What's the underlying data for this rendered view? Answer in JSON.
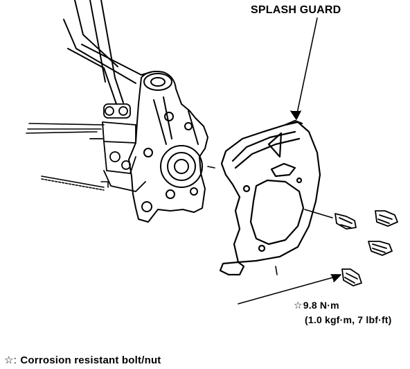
{
  "labels": {
    "splash_guard": "SPLASH GUARD",
    "torque_symbol": "☆",
    "torque_value": "9.8 N·m",
    "torque_alt": "(1.0 kgf·m, 7 lbf·ft)",
    "legend_symbol": "☆:",
    "legend_text": "Corrosion resistant bolt/nut"
  },
  "colors": {
    "ink": "#000000",
    "paper": "#ffffff"
  }
}
